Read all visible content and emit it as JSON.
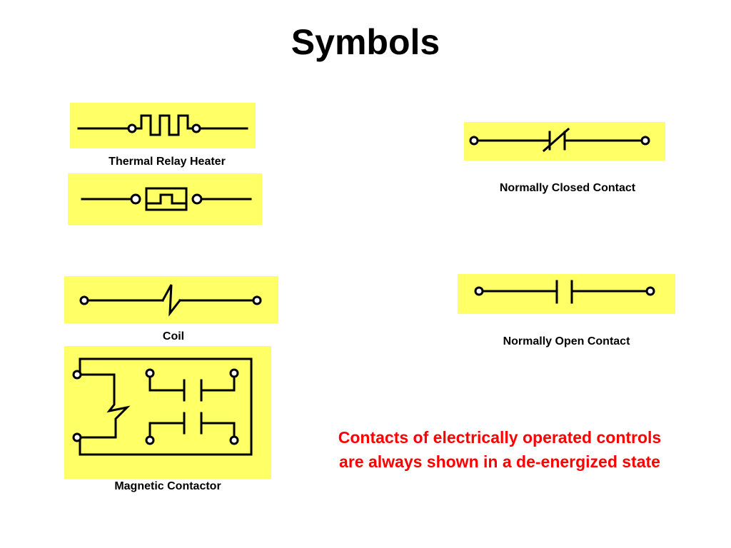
{
  "title": "Symbols",
  "colors": {
    "panel_fill": "#ffff66",
    "note_text": "#ff0000",
    "text": "#000000"
  },
  "symbols": {
    "thermal_relay_heater": {
      "caption": "Thermal Relay Heater",
      "icon": "thermal-relay-heater-symbol"
    },
    "thermal_relay_heater_alt": {
      "icon": "thermal-relay-heater-box-symbol"
    },
    "normally_closed_contact": {
      "caption": "Normally Closed Contact",
      "icon": "normally-closed-contact-symbol"
    },
    "coil": {
      "caption": "Coil",
      "icon": "coil-symbol"
    },
    "normally_open_contact": {
      "caption": "Normally Open Contact",
      "icon": "normally-open-contact-symbol"
    },
    "magnetic_contactor": {
      "caption": "Magnetic Contactor",
      "icon": "magnetic-contactor-symbol"
    }
  },
  "note": {
    "line1": "Contacts of electrically operated controls",
    "line2": "are always shown in a de-energized state"
  }
}
